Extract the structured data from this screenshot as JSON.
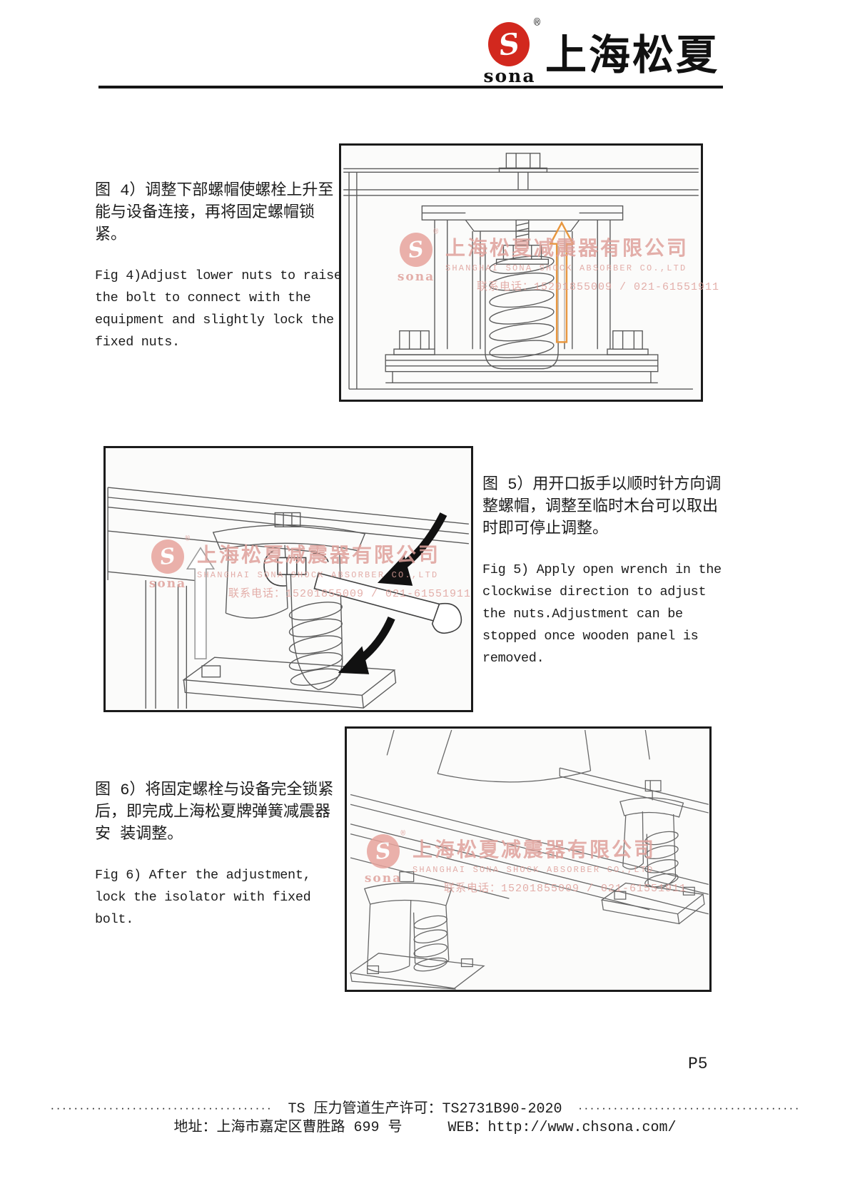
{
  "page": {
    "number": "P5"
  },
  "header": {
    "brand": "sona",
    "registered": "®",
    "company_cn": "上海松夏",
    "logo_color": "#d2281e"
  },
  "watermark": {
    "brand": "sona",
    "registered": "®",
    "company_cn": "上海松夏减震器有限公司",
    "company_en": "SHANGHAI SONA SHOCK ABSORBER CO.,LTD",
    "phone_label": "联系电话：",
    "phone": "15201855009 / 021-61551911",
    "color": "#e2a09b"
  },
  "figures": [
    {
      "id": "fig4",
      "caption_cn_lines": [
        "图 4）调整下部螺帽使螺栓上升至",
        "能与设备连接，再将固定螺帽锁",
        "紧。"
      ],
      "caption_en_lines": [
        "Fig 4)Adjust lower nuts to raise",
        "the bolt to connect with the",
        "equipment and slightly lock the",
        "fixed nuts."
      ],
      "drawing": "spring isolator cross-section under equipment beam with orange up arrow",
      "arrow_color": "#e8973f"
    },
    {
      "id": "fig5",
      "caption_cn_lines": [
        "图 5）用开口扳手以顺时针方向调",
        "整螺帽，调整至临时木台可以取出",
        "时即可停止调整。"
      ],
      "caption_en_lines": [
        "Fig 5) Apply open wrench in the",
        "clockwise direction to adjust",
        "the nuts.Adjustment can be",
        "stopped once wooden panel is",
        "removed."
      ],
      "drawing": "isometric spring isolator with open-end wrench and two black clockwise arrows"
    },
    {
      "id": "fig6",
      "caption_cn_lines": [
        "图 6）将固定螺栓与设备完全锁紧",
        "后，即完成上海松夏牌弹簧减震器",
        "安 装调整。"
      ],
      "caption_en_lines": [
        "Fig 6) After the adjustment,",
        "lock the isolator with fixed",
        "bolt."
      ],
      "drawing": "equipment frame installed on two spring isolators, isometric view"
    }
  ],
  "footer": {
    "dots_left": "······································",
    "permit_text": "TS 压力管道生产许可：TS2731B90-2020",
    "dots_right": "······································",
    "address_label": "地址：",
    "address": "上海市嘉定区曹胜路 699 号",
    "web_label": "WEB：",
    "web_url": "http://www.chsona.com/"
  }
}
